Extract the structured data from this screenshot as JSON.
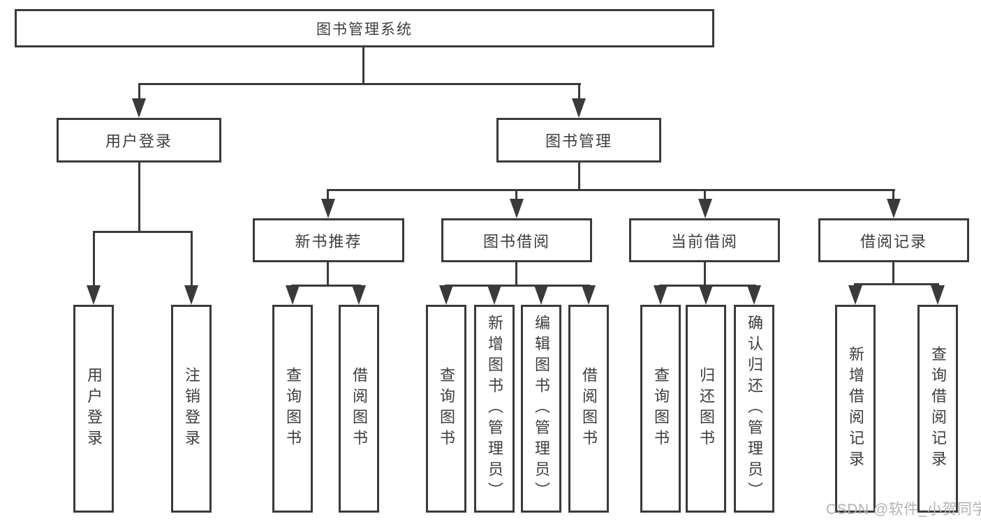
{
  "diagram_title": "图书管理系统",
  "tree": {
    "label": "图书管理系统",
    "children": [
      {
        "label": "用户登录",
        "children": [
          {
            "label": "用户登录"
          },
          {
            "label": "注销登录"
          }
        ]
      },
      {
        "label": "图书管理",
        "children": [
          {
            "label": "新书推荐",
            "children": [
              {
                "label": "查询图书"
              },
              {
                "label": "借阅图书"
              }
            ]
          },
          {
            "label": "图书借阅",
            "children": [
              {
                "label": "查询图书"
              },
              {
                "label": "新增图书（管理员）"
              },
              {
                "label": "编辑图书（管理员）"
              },
              {
                "label": "借阅图书"
              }
            ]
          },
          {
            "label": "当前借阅",
            "children": [
              {
                "label": "查询图书"
              },
              {
                "label": "归还图书"
              },
              {
                "label": "确认归还（管理员）"
              }
            ]
          },
          {
            "label": "借阅记录",
            "children": [
              {
                "label": "新增借阅记录"
              },
              {
                "label": "查询借阅记录"
              }
            ]
          }
        ]
      }
    ]
  },
  "watermark": {
    "text": "CSDN @软件_小贺同学"
  },
  "colors": {
    "background": "#ffffff",
    "line": "#3a3a3a",
    "text": "#3d3d3d",
    "watermark": "#b3b3b3"
  }
}
